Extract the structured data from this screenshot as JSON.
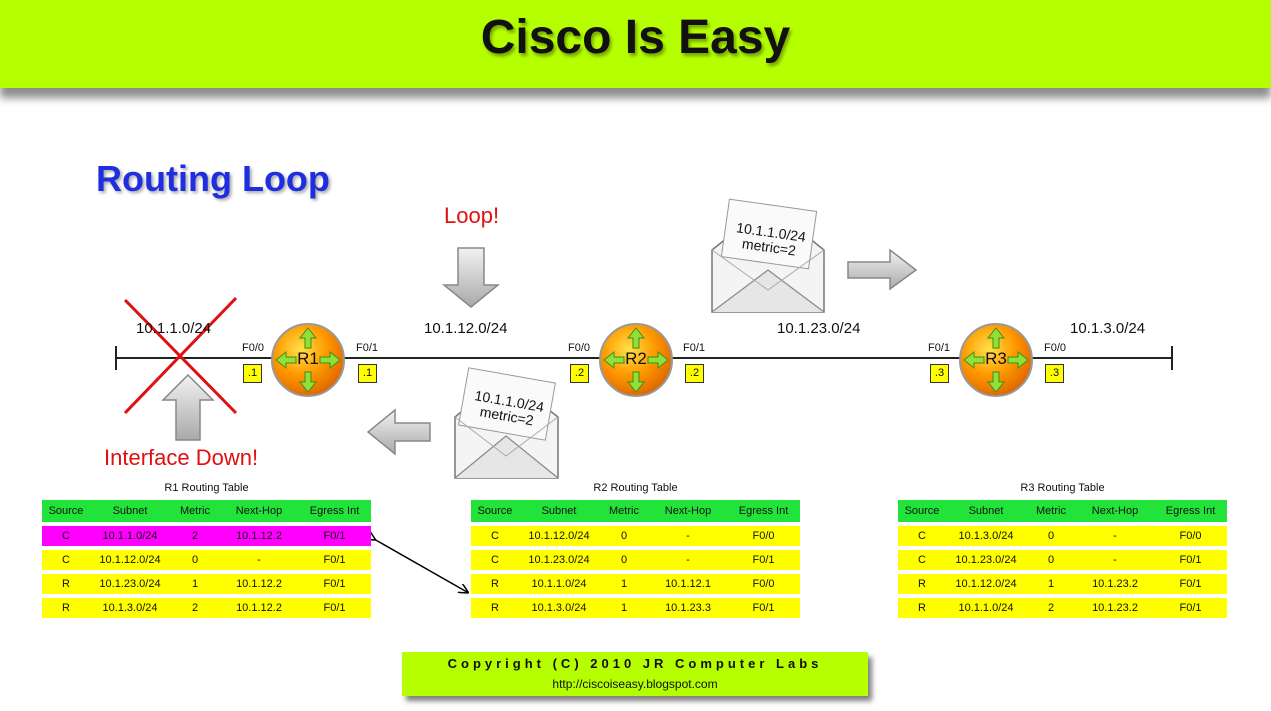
{
  "banner": {
    "title": "Cisco Is Easy"
  },
  "heading": "Routing Loop",
  "annotations": {
    "loop": "Loop!",
    "interface_down": "Interface Down!"
  },
  "networks": {
    "n1": "10.1.1.0/24",
    "n12": "10.1.12.0/24",
    "n23": "10.1.23.0/24",
    "n3": "10.1.3.0/24"
  },
  "routers": {
    "r1": {
      "name": "R1",
      "if_left": "F0/0",
      "if_right": "F0/1",
      "ip_left": ".1",
      "ip_right": ".1"
    },
    "r2": {
      "name": "R2",
      "if_left": "F0/0",
      "if_right": "F0/1",
      "ip_left": ".2",
      "ip_right": ".2"
    },
    "r3": {
      "name": "R3",
      "if_left": "F0/1",
      "if_right": "F0/0",
      "ip_left": ".3",
      "ip_right": ".3"
    }
  },
  "updates": {
    "to_r3": {
      "line1": "10.1.1.0/24",
      "line2": "metric=2"
    },
    "to_r1": {
      "line1": "10.1.1.0/24",
      "line2": "metric=2"
    }
  },
  "tables": {
    "headers": [
      "Source",
      "Subnet",
      "Metric",
      "Next-Hop",
      "Egress Int"
    ],
    "r1": {
      "title": "R1 Routing Table",
      "rows": [
        [
          "C",
          "10.1.1.0/24",
          "2",
          "10.1.12.2",
          "F0/1"
        ],
        [
          "C",
          "10.1.12.0/24",
          "0",
          "-",
          "F0/1"
        ],
        [
          "R",
          "10.1.23.0/24",
          "1",
          "10.1.12.2",
          "F0/1"
        ],
        [
          "R",
          "10.1.3.0/24",
          "2",
          "10.1.12.2",
          "F0/1"
        ]
      ]
    },
    "r2": {
      "title": "R2 Routing Table",
      "rows": [
        [
          "C",
          "10.1.12.0/24",
          "0",
          "-",
          "F0/0"
        ],
        [
          "C",
          "10.1.23.0/24",
          "0",
          "-",
          "F0/1"
        ],
        [
          "R",
          "10.1.1.0/24",
          "1",
          "10.1.12.1",
          "F0/0"
        ],
        [
          "R",
          "10.1.3.0/24",
          "1",
          "10.1.23.3",
          "F0/1"
        ]
      ]
    },
    "r3": {
      "title": "R3 Routing Table",
      "rows": [
        [
          "C",
          "10.1.3.0/24",
          "0",
          "-",
          "F0/0"
        ],
        [
          "C",
          "10.1.23.0/24",
          "0",
          "-",
          "F0/1"
        ],
        [
          "R",
          "10.1.12.0/24",
          "1",
          "10.1.23.2",
          "F0/1"
        ],
        [
          "R",
          "10.1.1.0/24",
          "2",
          "10.1.23.2",
          "F0/1"
        ]
      ]
    }
  },
  "footer": {
    "copyright": "Copyright (C) 2010 JR Computer Labs",
    "url": "http://ciscoiseasy.blogspot.com"
  },
  "colors": {
    "banner": "#b5ff00",
    "heading": "#1f2fe0",
    "alert": "#e01010",
    "table_header": "#22e33a",
    "table_row": "#ffff00",
    "table_highlight": "#ff00ff"
  },
  "icons": [
    "router-icon",
    "envelope-icon",
    "arrow-right-icon",
    "arrow-left-icon",
    "arrow-down-icon",
    "arrow-up-icon",
    "cross-mark-icon",
    "double-arrow-icon"
  ]
}
